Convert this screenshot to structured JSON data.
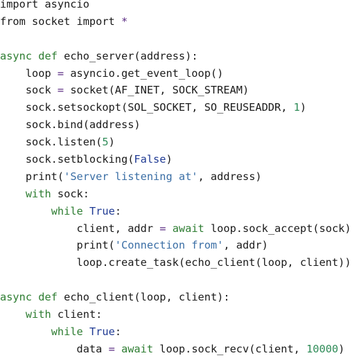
{
  "lines": [
    [
      {
        "t": "import asyncio",
        "c": "plain"
      }
    ],
    [
      {
        "t": "from socket import ",
        "c": "plain"
      },
      {
        "t": "*",
        "c": "op"
      }
    ],
    [],
    [
      {
        "t": "async",
        "c": "kw"
      },
      {
        "t": " ",
        "c": "plain"
      },
      {
        "t": "def",
        "c": "kw"
      },
      {
        "t": " echo_server(address):",
        "c": "plain"
      }
    ],
    [
      {
        "t": "    loop ",
        "c": "plain"
      },
      {
        "t": "=",
        "c": "op"
      },
      {
        "t": " asyncio.get_event_loop()",
        "c": "plain"
      }
    ],
    [
      {
        "t": "    sock ",
        "c": "plain"
      },
      {
        "t": "=",
        "c": "op"
      },
      {
        "t": " socket(AF_INET, SOCK_STREAM)",
        "c": "plain"
      }
    ],
    [
      {
        "t": "    sock.setsockopt(SOL_SOCKET, SO_REUSEADDR, ",
        "c": "plain"
      },
      {
        "t": "1",
        "c": "num"
      },
      {
        "t": ")",
        "c": "plain"
      }
    ],
    [
      {
        "t": "    sock.bind(address)",
        "c": "plain"
      }
    ],
    [
      {
        "t": "    sock.listen(",
        "c": "plain"
      },
      {
        "t": "5",
        "c": "num"
      },
      {
        "t": ")",
        "c": "plain"
      }
    ],
    [
      {
        "t": "    sock.setblocking(",
        "c": "plain"
      },
      {
        "t": "False",
        "c": "const"
      },
      {
        "t": ")",
        "c": "plain"
      }
    ],
    [
      {
        "t": "    print(",
        "c": "plain"
      },
      {
        "t": "'Server listening at'",
        "c": "str"
      },
      {
        "t": ", address)",
        "c": "plain"
      }
    ],
    [
      {
        "t": "    ",
        "c": "plain"
      },
      {
        "t": "with",
        "c": "kw"
      },
      {
        "t": " sock:",
        "c": "plain"
      }
    ],
    [
      {
        "t": "        ",
        "c": "plain"
      },
      {
        "t": "while",
        "c": "kw"
      },
      {
        "t": " ",
        "c": "plain"
      },
      {
        "t": "True",
        "c": "const"
      },
      {
        "t": ":",
        "c": "plain"
      }
    ],
    [
      {
        "t": "            client, addr ",
        "c": "plain"
      },
      {
        "t": "=",
        "c": "op"
      },
      {
        "t": " ",
        "c": "plain"
      },
      {
        "t": "await",
        "c": "kw"
      },
      {
        "t": " loop.sock_accept(sock)",
        "c": "plain"
      }
    ],
    [
      {
        "t": "            print(",
        "c": "plain"
      },
      {
        "t": "'Connection from'",
        "c": "str"
      },
      {
        "t": ", addr)",
        "c": "plain"
      }
    ],
    [
      {
        "t": "            loop.create_task(echo_client(loop, client))",
        "c": "plain"
      }
    ],
    [],
    [
      {
        "t": "async",
        "c": "kw"
      },
      {
        "t": " ",
        "c": "plain"
      },
      {
        "t": "def",
        "c": "kw"
      },
      {
        "t": " echo_client(loop, client):",
        "c": "plain"
      }
    ],
    [
      {
        "t": "    ",
        "c": "plain"
      },
      {
        "t": "with",
        "c": "kw"
      },
      {
        "t": " client:",
        "c": "plain"
      }
    ],
    [
      {
        "t": "        ",
        "c": "plain"
      },
      {
        "t": "while",
        "c": "kw"
      },
      {
        "t": " ",
        "c": "plain"
      },
      {
        "t": "True",
        "c": "const"
      },
      {
        "t": ":",
        "c": "plain"
      }
    ],
    [
      {
        "t": "            data ",
        "c": "plain"
      },
      {
        "t": "=",
        "c": "op"
      },
      {
        "t": " ",
        "c": "plain"
      },
      {
        "t": "await",
        "c": "kw"
      },
      {
        "t": " loop.sock_recv(client, ",
        "c": "plain"
      },
      {
        "t": "10000",
        "c": "num"
      },
      {
        "t": ")",
        "c": "plain"
      }
    ]
  ]
}
